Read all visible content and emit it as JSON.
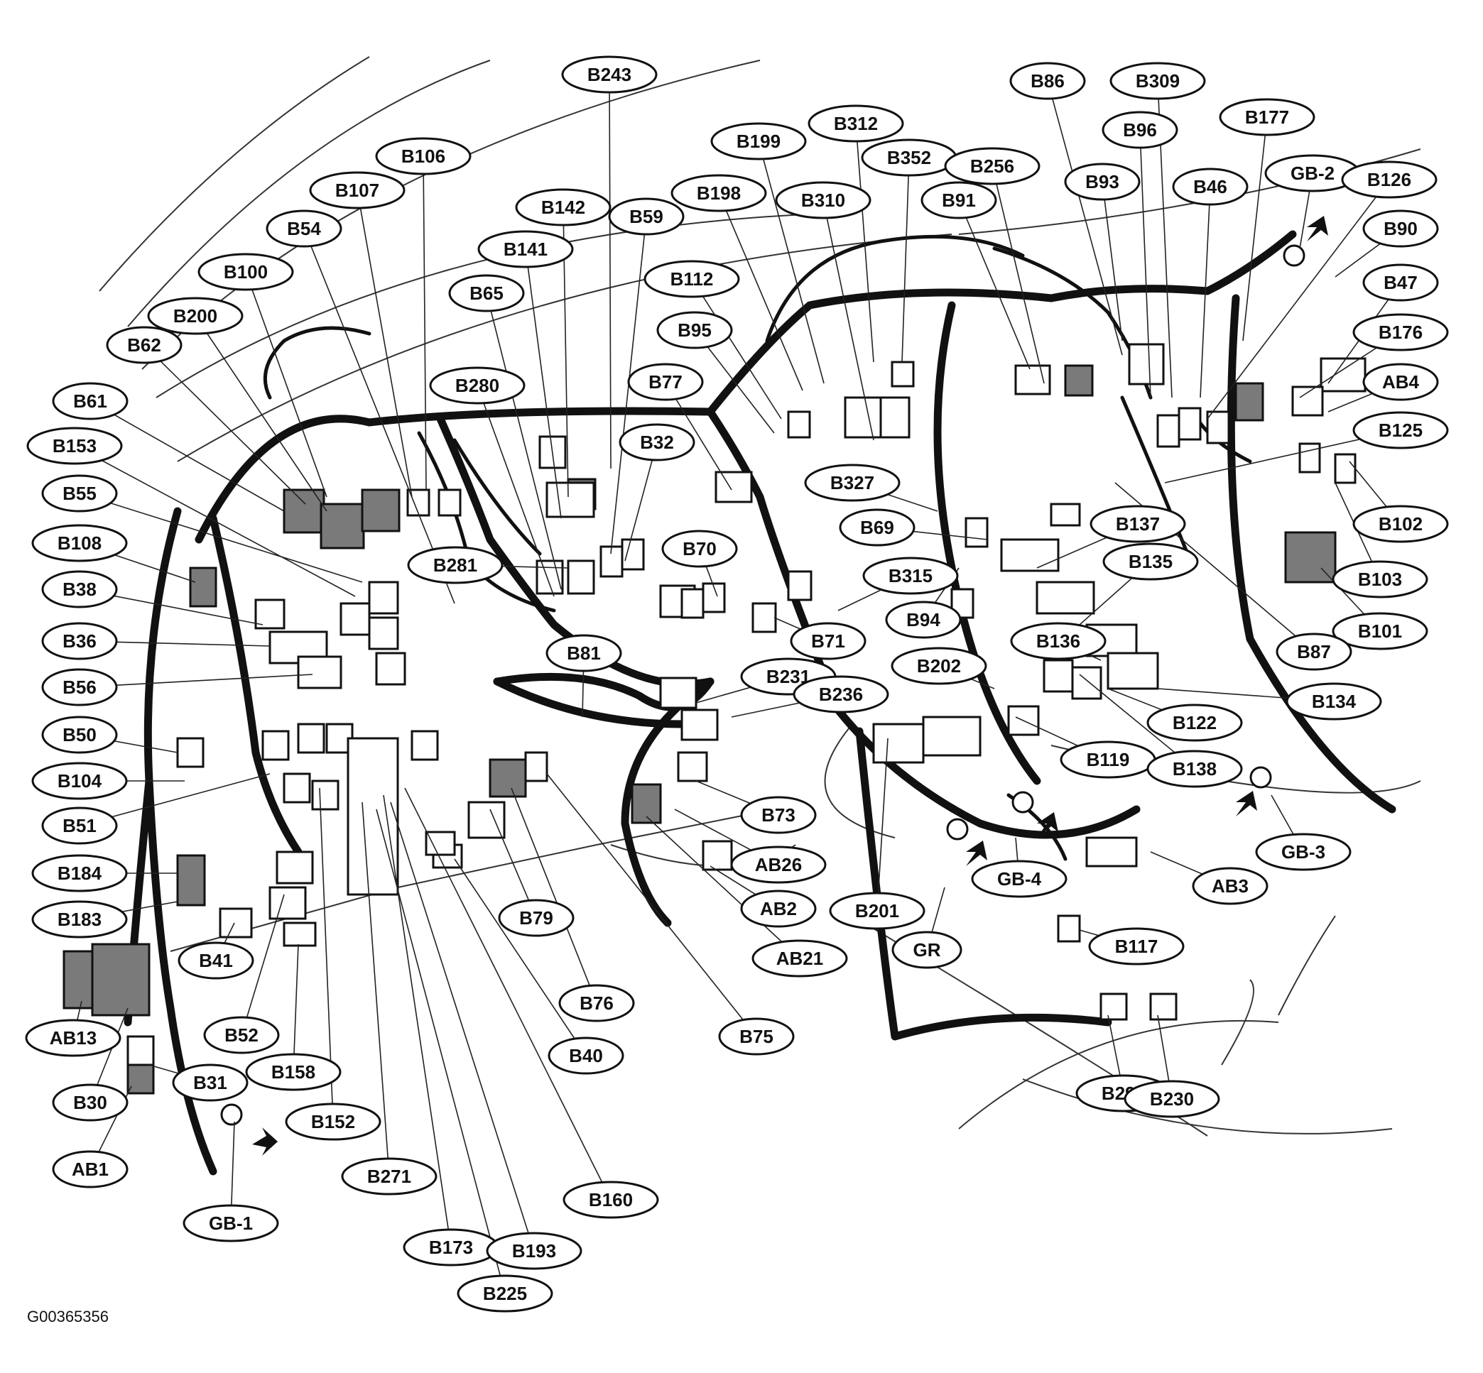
{
  "figure_id": "G00365356",
  "labels": [
    "B243",
    "B86",
    "B309",
    "B177",
    "B312",
    "B96",
    "B352",
    "B199",
    "B106",
    "B256",
    "B93",
    "B46",
    "GB-2",
    "B126",
    "B107",
    "B142",
    "B59",
    "B198",
    "B310",
    "B91",
    "B90",
    "B54",
    "B141",
    "B100",
    "B112",
    "B47",
    "B65",
    "B200",
    "B95",
    "B176",
    "B62",
    "B77",
    "AB4",
    "B280",
    "B61",
    "B125",
    "B32",
    "B153",
    "B327",
    "B102",
    "B69",
    "B137",
    "B55",
    "B70",
    "B135",
    "B108",
    "B281",
    "B315",
    "B103",
    "B38",
    "B101",
    "B94",
    "B71",
    "B36",
    "B81",
    "B136",
    "B87",
    "B202",
    "B56",
    "B231",
    "B236",
    "B134",
    "B122",
    "B50",
    "B119",
    "B138",
    "B104",
    "B73",
    "GB-3",
    "B51",
    "AB26",
    "AB3",
    "GB-4",
    "B184",
    "B201",
    "B79",
    "AB2",
    "B183",
    "GR",
    "B117",
    "B41",
    "AB21",
    "AB13",
    "B76",
    "B52",
    "B40",
    "B75",
    "B31",
    "B158",
    "B292",
    "B230",
    "B30",
    "B152",
    "AB1",
    "B271",
    "B160",
    "GB-1",
    "B173",
    "B193",
    "B225"
  ]
}
